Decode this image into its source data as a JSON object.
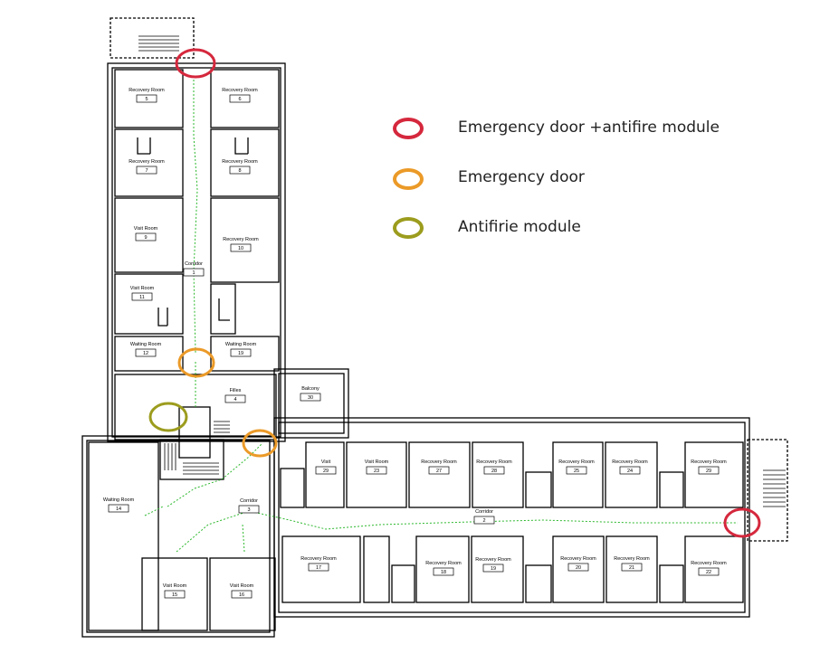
{
  "colors": {
    "emergency_antifire": "#d5283d",
    "emergency": "#eb9a28",
    "antifire": "#9c9c1e",
    "wall": "#000000",
    "path": "#2db82d"
  },
  "legend": [
    {
      "label": "Emergency door +antifire module",
      "color_key": "emergency_antifire"
    },
    {
      "label": "Emergency door",
      "color_key": "emergency"
    },
    {
      "label": "Antifirie module",
      "color_key": "antifire"
    }
  ],
  "rooms": [
    {
      "id": "r5",
      "name": "Recovery Room",
      "num": "5"
    },
    {
      "id": "r6",
      "name": "Recovery Room",
      "num": "6"
    },
    {
      "id": "r7",
      "name": "Recovery Room",
      "num": "7"
    },
    {
      "id": "r8",
      "name": "Recovery Room",
      "num": "8"
    },
    {
      "id": "r9",
      "name": "Visit Room",
      "num": "9"
    },
    {
      "id": "r10",
      "name": "Recovery Room",
      "num": "10"
    },
    {
      "id": "r1",
      "name": "Corridor",
      "num": "1"
    },
    {
      "id": "r11",
      "name": "Visit Room",
      "num": "11"
    },
    {
      "id": "r12",
      "name": "Waiting Room",
      "num": "12"
    },
    {
      "id": "r19",
      "name": "Waiting Room",
      "num": "19"
    },
    {
      "id": "r4",
      "name": "Filles",
      "num": "4"
    },
    {
      "id": "r30",
      "name": "Balcony",
      "num": "30"
    },
    {
      "id": "r14",
      "name": "Waiting Room",
      "num": "14"
    },
    {
      "id": "r3",
      "name": "Corridor",
      "num": "3"
    },
    {
      "id": "r15",
      "name": "Visit Room",
      "num": "15"
    },
    {
      "id": "r16",
      "name": "Visit Room",
      "num": "16"
    },
    {
      "id": "r29",
      "name": "Visit",
      "num": "29"
    },
    {
      "id": "r23",
      "name": "Visit Room",
      "num": "23"
    },
    {
      "id": "r27",
      "name": "Recovery Room",
      "num": "27"
    },
    {
      "id": "r28",
      "name": "Recovery Room",
      "num": "28"
    },
    {
      "id": "r25",
      "name": "Recovery Room",
      "num": "25"
    },
    {
      "id": "r24",
      "name": "Recovery Room",
      "num": "24"
    },
    {
      "id": "r22b",
      "name": "Recovery Room",
      "num": "29"
    },
    {
      "id": "r2",
      "name": "Corridor",
      "num": "2"
    },
    {
      "id": "r17",
      "name": "Recovery Room",
      "num": "17"
    },
    {
      "id": "r18",
      "name": "Recovery Room",
      "num": "18"
    },
    {
      "id": "r19b",
      "name": "Recovery Room",
      "num": "19"
    },
    {
      "id": "r20",
      "name": "Recovery Room",
      "num": "20"
    },
    {
      "id": "r21",
      "name": "Recovery Room",
      "num": "21"
    },
    {
      "id": "r22",
      "name": "Recovery Room",
      "num": "22"
    }
  ],
  "markers": [
    {
      "id": "m-top",
      "type": "emergency_antifire"
    },
    {
      "id": "m-waiting",
      "type": "emergency"
    },
    {
      "id": "m-stair",
      "type": "antifire"
    },
    {
      "id": "m-corner",
      "type": "emergency"
    },
    {
      "id": "m-east",
      "type": "emergency_antifire"
    }
  ]
}
